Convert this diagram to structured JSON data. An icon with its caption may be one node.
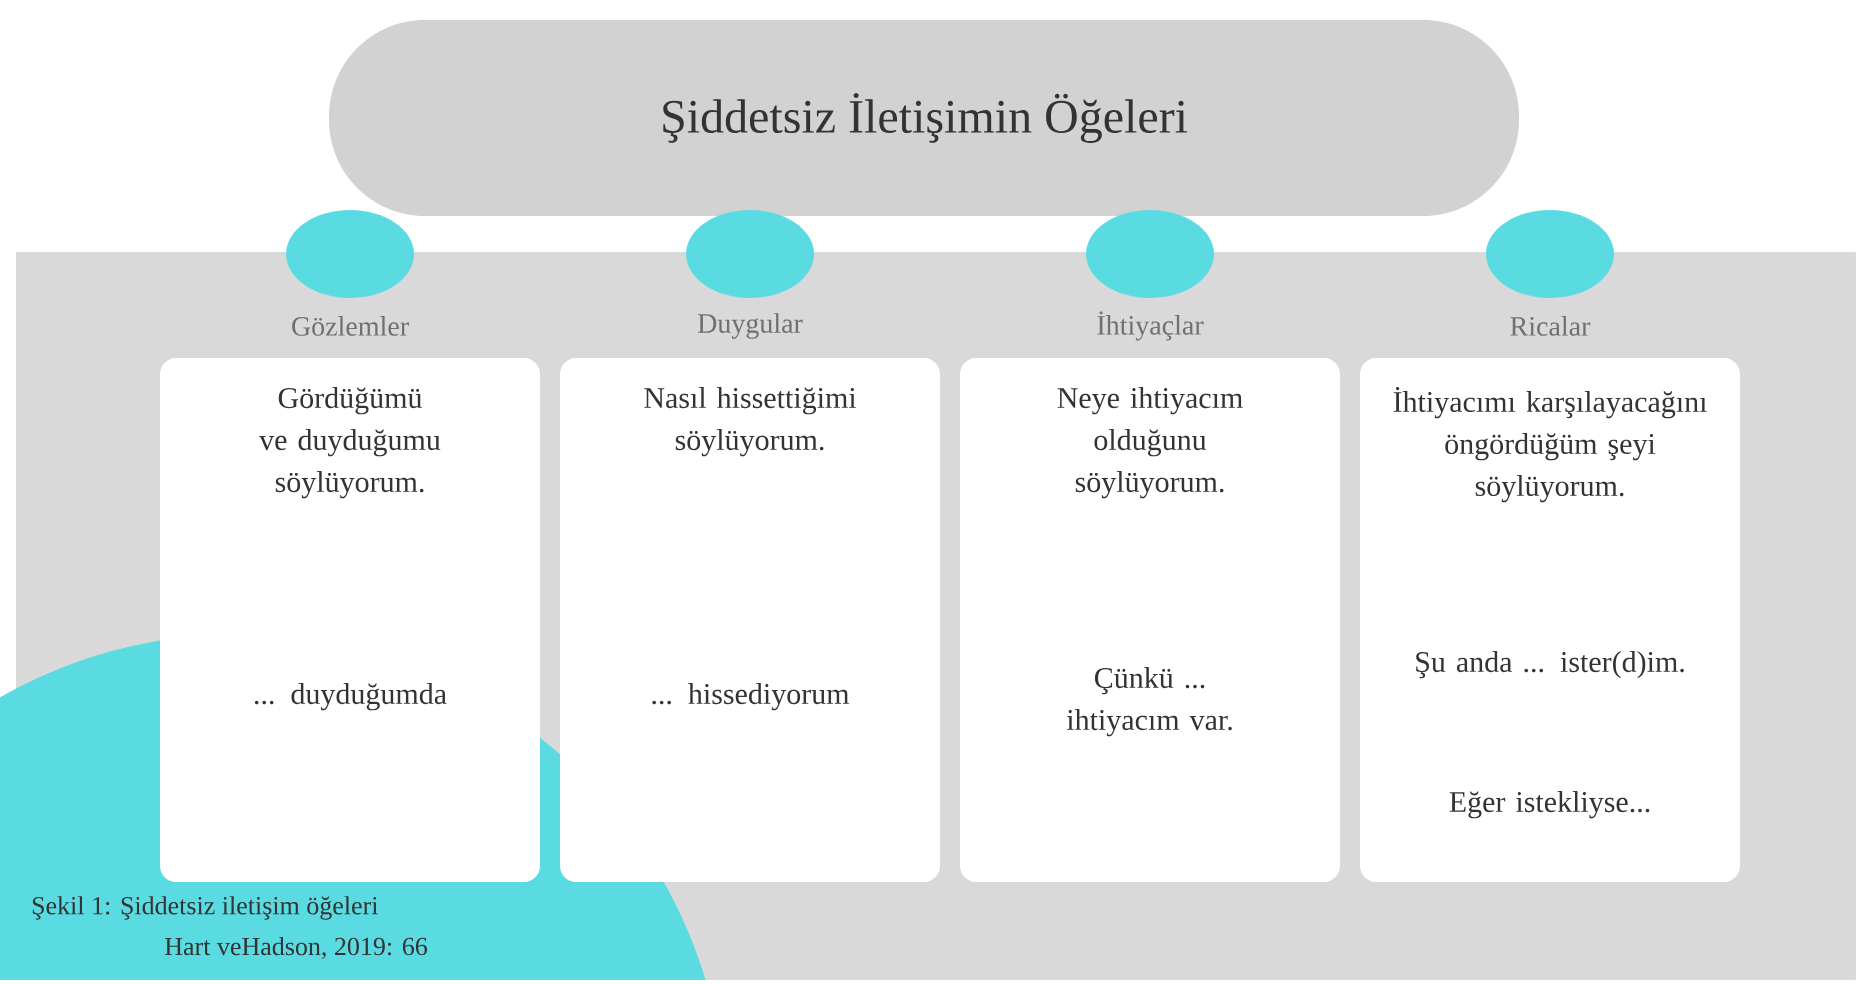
{
  "diagram": {
    "caption": "Şekil 1: Şiddetsiz iletişim öğeleri",
    "nodes": [
      {
        "text": [
          "Şiddetsiz İletişimin Öğeleri"
        ]
      },
      {
        "text": [
          "Gözlemler",
          "Gördüğümü ve duyduğumu söylüyorum.",
          "... duyduğumda"
        ]
      },
      {
        "text": [
          "Duygular",
          "Nasıl hissettiğimi söylüyorum.",
          "... hissediyorum"
        ]
      },
      {
        "text": [
          "İhtiyaçlar",
          "Neye ihtiyacım olduğunu söylüyorum.",
          "Çünkü ... ihtiyacım var."
        ]
      },
      {
        "text": [
          "Ricalar",
          "İhtiyacımı karşılayacağını öngördüğüm şeyi söylüyorum.",
          "Şu anda ... ister(d)im.",
          "Eğer istekliyse..."
        ]
      }
    ],
    "labels": [
      "Hart veHadson, 2019: 66"
    ]
  }
}
